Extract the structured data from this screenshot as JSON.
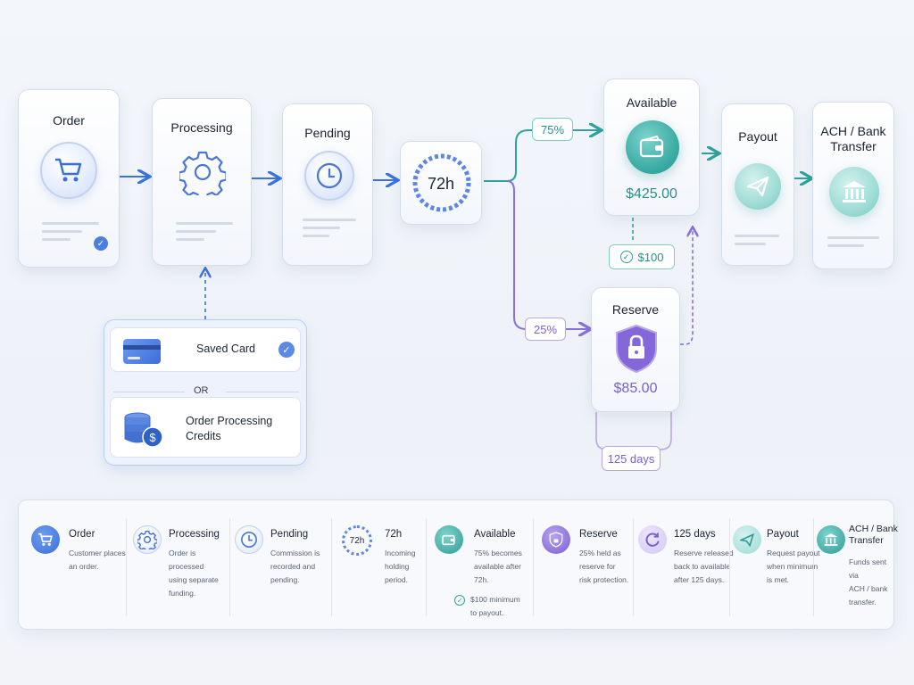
{
  "flow": {
    "order": {
      "title": "Order"
    },
    "processing": {
      "title": "Processing"
    },
    "pending": {
      "title": "Pending"
    },
    "hold": {
      "label": "72h"
    },
    "available": {
      "title": "Available",
      "amount": "$425.00"
    },
    "payout": {
      "title": "Payout"
    },
    "ach": {
      "title_line1": "ACH / Bank",
      "title_line2": "Transfer"
    },
    "reserve": {
      "title": "Reserve",
      "amount": "$85.00"
    },
    "split_available": "75%",
    "split_reserve": "25%",
    "minimum": "$100",
    "reserve_period": "125 days"
  },
  "funding": {
    "saved_card": "Saved Card",
    "or": "OR",
    "credits_line1": "Order Processing",
    "credits_line2": "Credits"
  },
  "legend": [
    {
      "title": "Order",
      "lines": [
        "Customer places",
        "an order."
      ],
      "icon": "cart-icon"
    },
    {
      "title": "Processing",
      "lines": [
        "Order is processed",
        "using separate",
        "funding."
      ],
      "icon": "gear-icon"
    },
    {
      "title": "Pending",
      "lines": [
        "Commission is",
        "recorded and",
        "pending."
      ],
      "icon": "clock-icon"
    },
    {
      "title": "72h",
      "icon_label": "72h",
      "lines": [
        "Incoming",
        "holding",
        "period."
      ],
      "icon": "timer-icon"
    },
    {
      "title": "Available",
      "lines": [
        "75% becomes",
        "available after",
        "72h."
      ],
      "note": "$100 minimum",
      "note2": "to payout.",
      "icon": "wallet-icon"
    },
    {
      "title": "Reserve",
      "lines": [
        "25% held as",
        "reserve for",
        "risk protection."
      ],
      "icon": "shield-lock-icon"
    },
    {
      "title": "125 days",
      "lines": [
        "Reserve released",
        "back to available",
        "after 125 days."
      ],
      "icon": "refresh-icon"
    },
    {
      "title": "Payout",
      "lines": [
        "Request payout",
        "when minimum",
        "is met."
      ],
      "icon": "paper-plane-icon"
    },
    {
      "title_line1": "ACH / Bank",
      "title_line2": "Transfer",
      "lines": [
        "Funds sent via",
        "ACH / bank",
        "transfer."
      ],
      "icon": "bank-icon"
    }
  ],
  "colors": {
    "blue_accent": "#3a73e0",
    "teal_accent": "#2fa39b",
    "purple_accent": "#7a5fd0"
  }
}
